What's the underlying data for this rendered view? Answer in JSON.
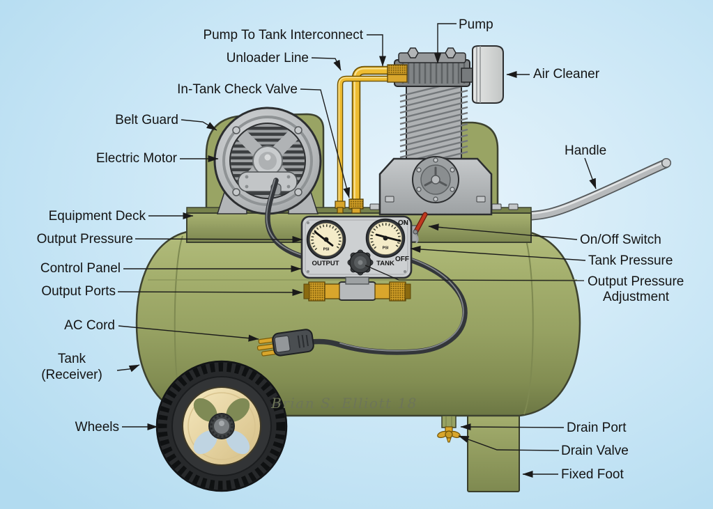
{
  "figure": {
    "type": "labeled-parts-diagram",
    "subject": "Portable single-stage electric air compressor",
    "signature": "Brian S. Elliott 18"
  },
  "labels": {
    "pump_to_tank_interconnect": "Pump To Tank Interconnect",
    "unloader_line": "Unloader Line",
    "in_tank_check_valve": "In-Tank Check Valve",
    "pump": "Pump",
    "air_cleaner": "Air Cleaner",
    "belt_guard": "Belt Guard",
    "electric_motor": "Electric Motor",
    "handle": "Handle",
    "equipment_deck": "Equipment Deck",
    "output_pressure": "Output Pressure",
    "control_panel": "Control Panel",
    "output_ports": "Output Ports",
    "on_off_switch": "On/Off Switch",
    "tank_pressure": "Tank Pressure",
    "output_pressure_adjustment_line1": "Output Pressure",
    "output_pressure_adjustment_line2": "Adjustment",
    "ac_cord": "AC Cord",
    "tank_receiver_line1": "Tank",
    "tank_receiver_line2": "(Receiver)",
    "wheels": "Wheels",
    "drain_port": "Drain Port",
    "drain_valve": "Drain Valve",
    "fixed_foot": "Fixed Foot"
  },
  "control_panel": {
    "on": "ON",
    "off": "OFF",
    "output_gauge_label": "OUTPUT",
    "tank_gauge_label": "TANK",
    "gauge_unit": "PSI"
  },
  "colors": {
    "background_blue": "#cde9f6",
    "tank_green": "#99a464",
    "metal_gray": "#b2b5b7",
    "panel_gray": "#cdd0d2",
    "gauge_face": "#f4ebc8",
    "brass": "#d9a62c",
    "pipe_yellow": "#eebd33",
    "switch_red": "#c0391f",
    "tire_black": "#27292b",
    "rim_tan": "#ecd9a1",
    "label_text": "#141414"
  }
}
